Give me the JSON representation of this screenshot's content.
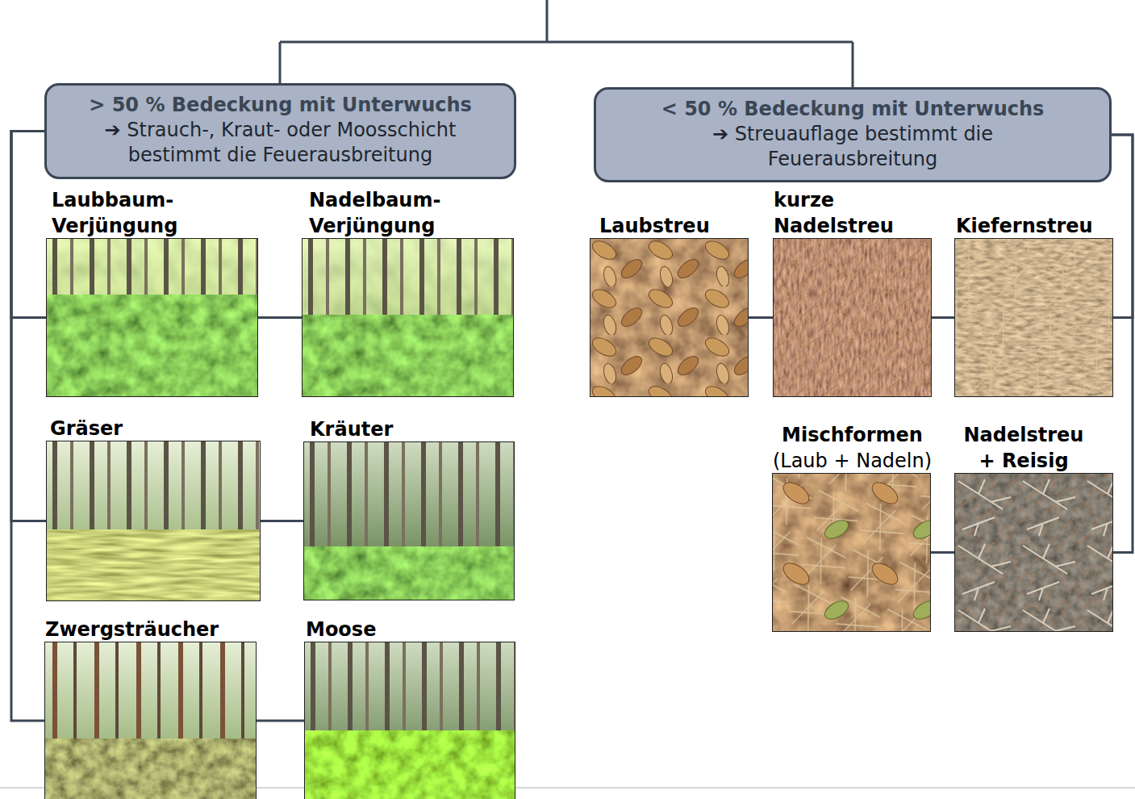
{
  "diagram": {
    "nodes": [
      {
        "text": [
          "> 50 % Bedeckung mit Unterwuchs",
          "➔ Strauch-, Kraut- oder Moosschicht bestimmt die Feuerausbreitung"
        ]
      },
      {
        "text": [
          "< 50 % Bedeckung mit Unterwuchs",
          "➔ Streuauflage bestimmt die Feuerausbreitung"
        ]
      },
      {
        "text": [
          "Laubbaum- Verjüngung"
        ]
      },
      {
        "text": [
          "Nadelbaum- Verjüngung"
        ]
      },
      {
        "text": [
          "Laubstreu"
        ]
      },
      {
        "text": [
          "kurze Nadelstreu"
        ]
      },
      {
        "text": [
          "Kiefernstreu"
        ]
      },
      {
        "text": [
          "Gräser"
        ]
      },
      {
        "text": [
          "Kräuter"
        ]
      },
      {
        "text": [
          "Mischformen",
          "(Laub + Nadeln)"
        ]
      },
      {
        "text": [
          "Nadelstreu + Reisig"
        ]
      },
      {
        "text": [
          "Zwergsträucher"
        ]
      },
      {
        "text": [
          "Moose"
        ]
      }
    ],
    "edges": [
      {
        "from": 0,
        "to": 2,
        "arrow": "none"
      },
      {
        "from": 2,
        "to": 3,
        "arrow": "none"
      },
      {
        "from": 0,
        "to": 7,
        "arrow": "none"
      },
      {
        "from": 7,
        "to": 8,
        "arrow": "none"
      },
      {
        "from": 0,
        "to": 11,
        "arrow": "none"
      },
      {
        "from": 11,
        "to": 12,
        "arrow": "none"
      },
      {
        "from": 1,
        "to": 6,
        "arrow": "none"
      },
      {
        "from": 6,
        "to": 5,
        "arrow": "none"
      },
      {
        "from": 5,
        "to": 4,
        "arrow": "none"
      },
      {
        "from": 1,
        "to": 10,
        "arrow": "none"
      },
      {
        "from": 10,
        "to": 9,
        "arrow": "none"
      }
    ]
  }
}
